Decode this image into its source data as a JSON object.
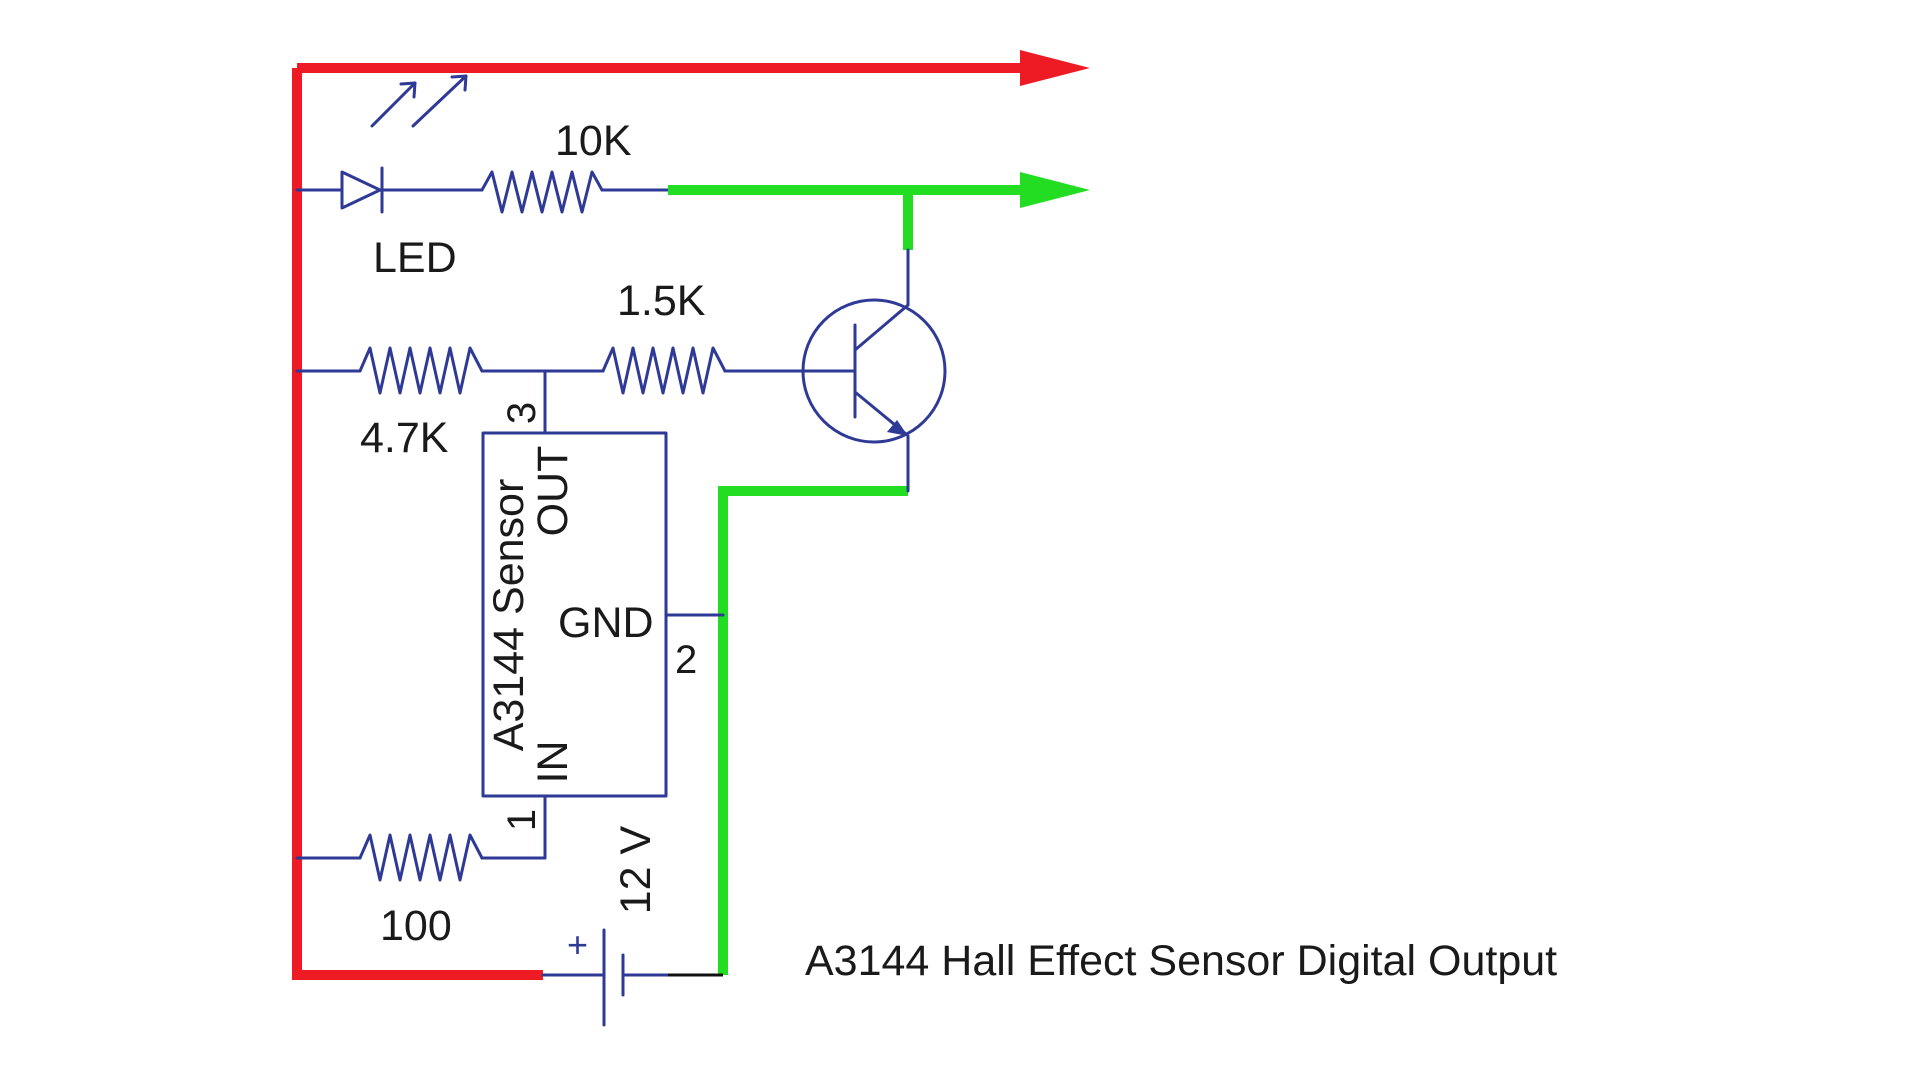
{
  "title": "A3144 Hall Effect Sensor Digital Output",
  "components": {
    "led": "LED",
    "r_led": "10K",
    "r_base": "1.5K",
    "r_pullup": "4.7K",
    "r_in": "100",
    "battery_voltage": "12 V",
    "battery_plus": "+"
  },
  "sensor": {
    "name": "A3144 Sensor",
    "pin_out": "OUT",
    "pin_in": "IN",
    "pin_gnd": "GND",
    "pin1": "1",
    "pin2": "2",
    "pin3": "3"
  },
  "colors": {
    "wire": "#2e3a96",
    "positive_rail": "#ee1b24",
    "output_line": "#22dd22"
  }
}
